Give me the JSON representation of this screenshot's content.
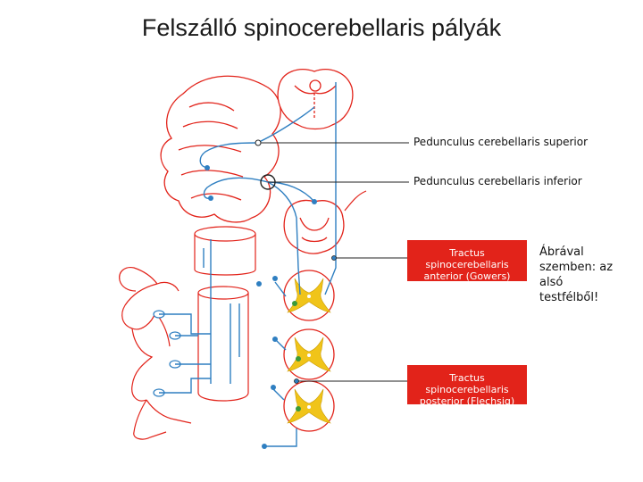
{
  "title": "Felszálló spinocerebellaris pályák",
  "labels": {
    "superior": "Pedunculus cerebellaris superior",
    "inferior": "Pedunculus cerebellaris inferior",
    "anterior_line1": "Tractus spinocerebellaris",
    "anterior_line2": "anterior (Gowers)",
    "posterior_line1": "Tractus spinocerebellaris",
    "posterior_line2": "posterior (Flechsig)"
  },
  "note": "Ábrával szemben: az alsó testfélből!",
  "colors": {
    "outline_red": "#e2231a",
    "pathway_blue": "#2f7fc1",
    "grey_matter": "#f0c419",
    "label_box": "#e2231a"
  }
}
